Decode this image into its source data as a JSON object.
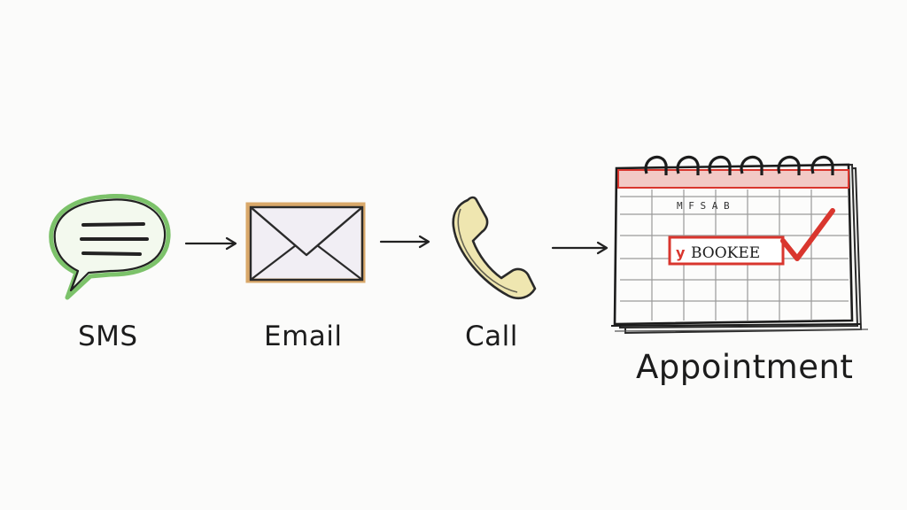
{
  "steps": [
    {
      "label": "SMS",
      "icon": "chat-bubble-icon"
    },
    {
      "label": "Email",
      "icon": "envelope-icon"
    },
    {
      "label": "Call",
      "icon": "phone-handset-icon"
    },
    {
      "label": "Appointment",
      "icon": "calendar-icon"
    }
  ],
  "calendar": {
    "header_text": "M  F  S  A  B",
    "booked_text": "BOOKEE"
  },
  "colors": {
    "ink": "#1c1c1c",
    "sms_accent": "#7cc26a",
    "envelope_accent": "#d9a86a",
    "phone_fill": "#efe6b0",
    "calendar_red": "#d9362e"
  }
}
